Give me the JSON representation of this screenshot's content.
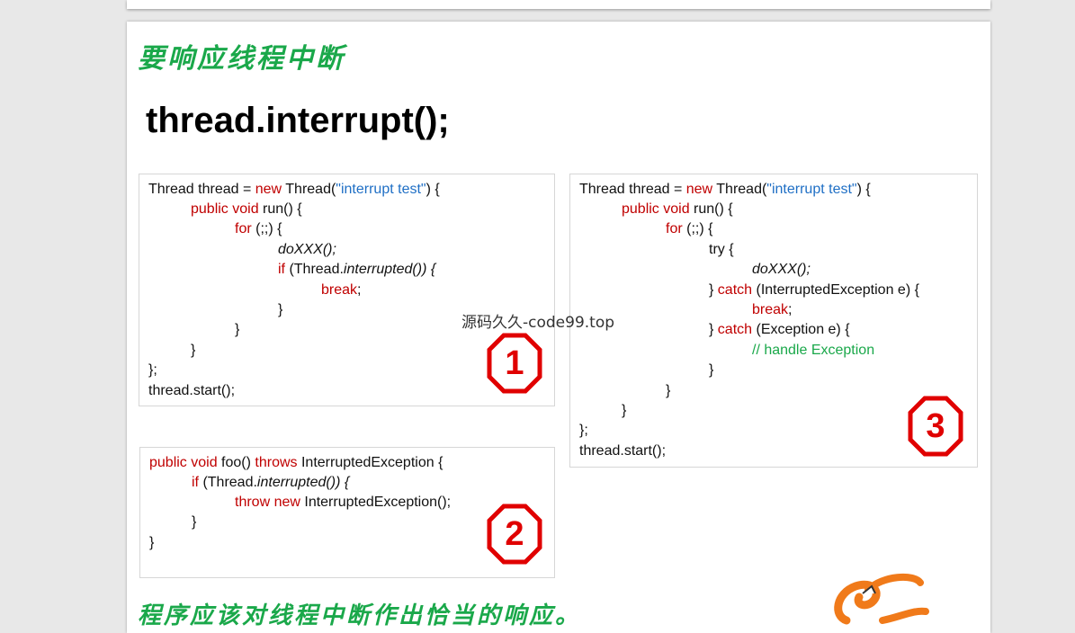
{
  "slide": {
    "title_cn": "要响应线程中断",
    "main_code": "thread.interrupt();",
    "watermark": "源码久久-code99.top",
    "footer_cn": "程序应该对线程中断作出恰当的响应。"
  },
  "badges": {
    "one": "1",
    "two": "2",
    "three": "3"
  },
  "colors": {
    "title_green": "#1aa84a",
    "keyword_red": "#c00000",
    "string_blue": "#1f6fc5",
    "badge_red": "#e00000",
    "logo_orange": "#f07a1a"
  },
  "code1": {
    "l1_a": "Thread thread = ",
    "l1_kw": "new",
    "l1_b": " Thread(",
    "l1_str": "\"interrupt test\"",
    "l1_c": ") {",
    "l2_kw": "public void",
    "l2_a": " run() {",
    "l3_kw": "for",
    "l3_a": " (;;) {",
    "l4_it": "doXXX();",
    "l5_kw": "if",
    "l5_a": " (Thread.",
    "l5_it": "interrupted()) {",
    "l6_kw": "break",
    "l6_a": ";",
    "l7": "}",
    "l8": "}",
    "l9": "}",
    "l10": "};",
    "l11": "thread.start();"
  },
  "code2": {
    "l1_kw": "public void",
    "l1_a": " foo() ",
    "l1_kw2": "throws",
    "l1_b": " InterruptedException {",
    "l2_kw": "if",
    "l2_a": " (Thread.",
    "l2_it": "interrupted()) {",
    "l3_kw": "throw new",
    "l3_a": " InterruptedException();",
    "l4": "}",
    "l5": "}"
  },
  "code3": {
    "l1_a": "Thread thread = ",
    "l1_kw": "new",
    "l1_b": " Thread(",
    "l1_str": "\"interrupt test\"",
    "l1_c": ") {",
    "l2_kw": "public void",
    "l2_a": " run() {",
    "l3_kw": "for",
    "l3_a": " (;;) {",
    "l4": "try {",
    "l5_it": "doXXX();",
    "l6_a": "} ",
    "l6_kw": "catch",
    "l6_b": " (InterruptedException e) {",
    "l7_kw": "break",
    "l7_a": ";",
    "l8_a": "} ",
    "l8_kw": "catch",
    "l8_b": " (Exception e) {",
    "l9_cm": "// handle Exception",
    "l10": "}",
    "l11": "}",
    "l12": "}",
    "l13": "};",
    "l14": "thread.start();"
  }
}
